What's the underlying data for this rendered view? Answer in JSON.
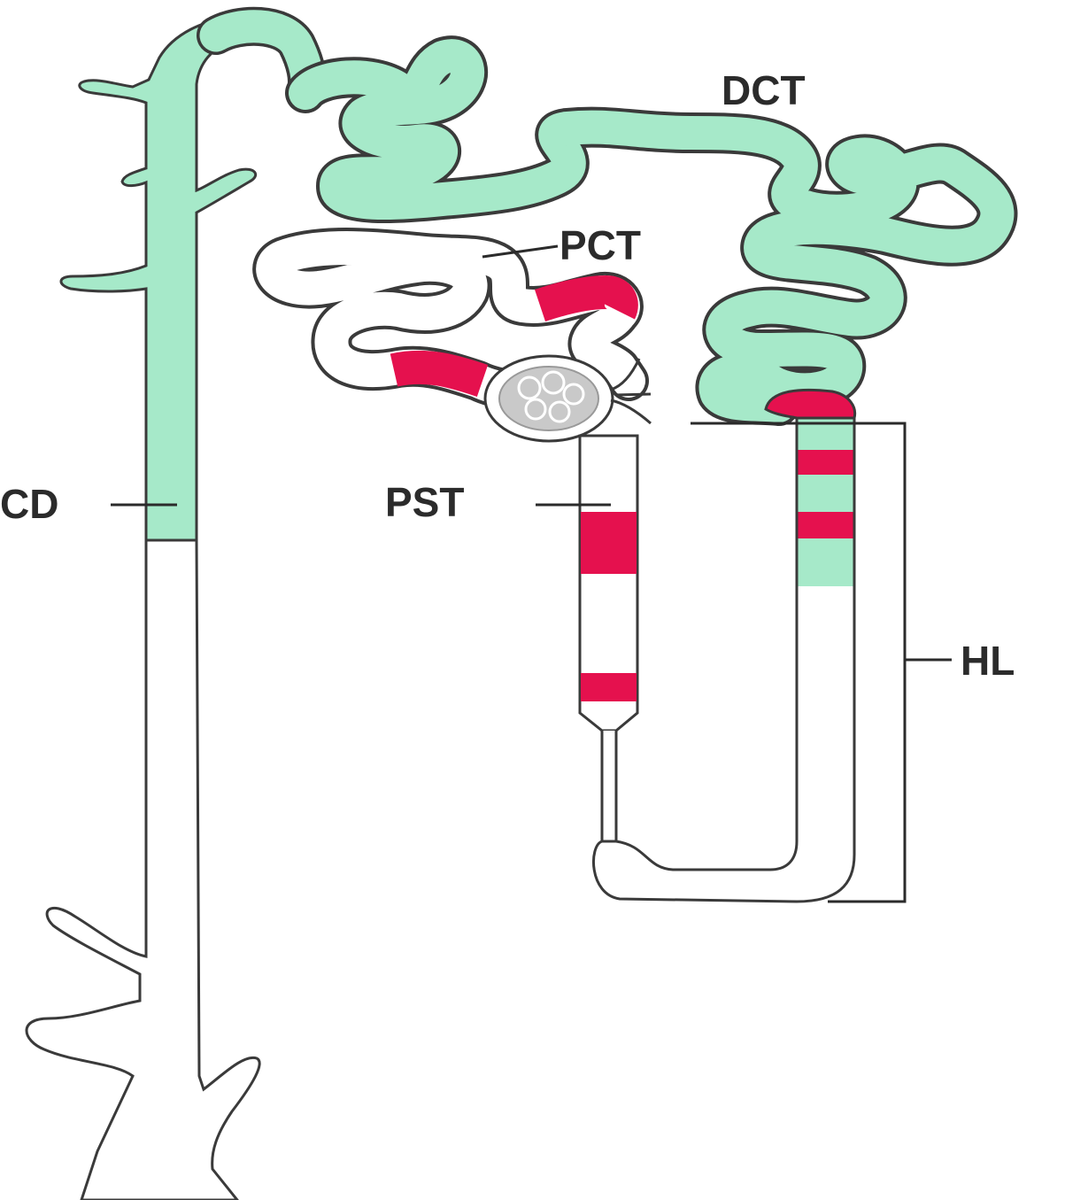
{
  "labels": {
    "dct": "DCT",
    "pct": "PCT",
    "cd": "CD",
    "pst": "PST",
    "hl": "HL"
  },
  "colors": {
    "green": "#a6e9c9",
    "red": "#e5114e",
    "outline": "#3a3a3a",
    "glomerulus": "#c9c9c9",
    "text": "#2b2b2b"
  }
}
